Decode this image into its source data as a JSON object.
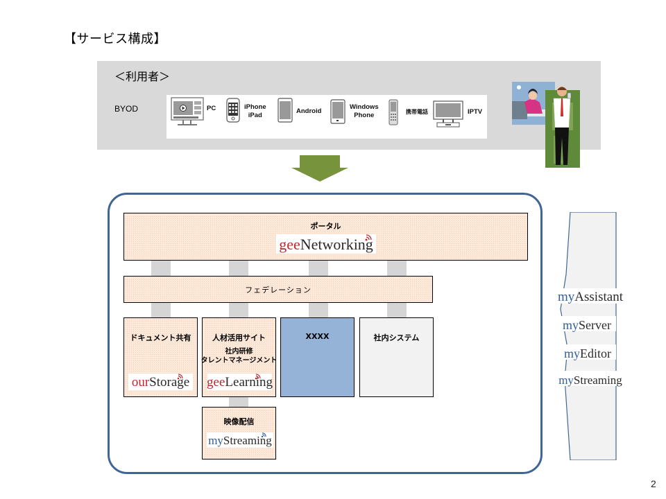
{
  "title": "【サービス構成】",
  "users": {
    "heading": "＜利用者＞",
    "byod_label": "BYOD",
    "devices": [
      {
        "icon": "pc-monitor-icon",
        "label": "PC"
      },
      {
        "icon": "iphone-icon",
        "label": "iPhone\niPad"
      },
      {
        "icon": "android-tablet-icon",
        "label": "Android"
      },
      {
        "icon": "windows-phone-icon",
        "label": "Windows\nPhone"
      },
      {
        "icon": "feature-phone-icon",
        "label": "携帯電話"
      },
      {
        "icon": "iptv-icon",
        "label": "IPTV"
      }
    ]
  },
  "colors": {
    "frame_border": "#3f6594",
    "arrow": "#77933c",
    "peach_fill": "#fde9d9",
    "blue_fill": "#95b3d7",
    "grey_fill": "#f2f2f2",
    "panel_grey": "#d9d9d9",
    "logo_red": "#c0282f",
    "logo_blue": "#2f5e9a"
  },
  "portal": {
    "label": "ポータル",
    "logo_prefix": "gee",
    "logo_main": "Networking"
  },
  "federation": {
    "label": "フェデレーション"
  },
  "services": [
    {
      "label": "ドキュメント共有",
      "sub": "",
      "logo_prefix": "our",
      "logo_main": "Storage"
    },
    {
      "label": "人材活用サイト",
      "sub": "社内研修\nタレントマネージメント",
      "logo_prefix": "gee",
      "logo_main": "Learning"
    },
    {
      "label": "XXXX",
      "sub": "",
      "logo_prefix": "",
      "logo_main": ""
    },
    {
      "label": "社内システム",
      "sub": "",
      "logo_prefix": "",
      "logo_main": ""
    }
  ],
  "video": {
    "label": "映像配信",
    "logo_prefix": "my",
    "logo_main": "Streaming"
  },
  "my_services": [
    {
      "prefix": "my",
      "main": "Assistant"
    },
    {
      "prefix": "my",
      "main": "Server"
    },
    {
      "prefix": "my",
      "main": "Editor"
    },
    {
      "prefix": "my",
      "main": "Streaming"
    }
  ],
  "page_number": "2"
}
